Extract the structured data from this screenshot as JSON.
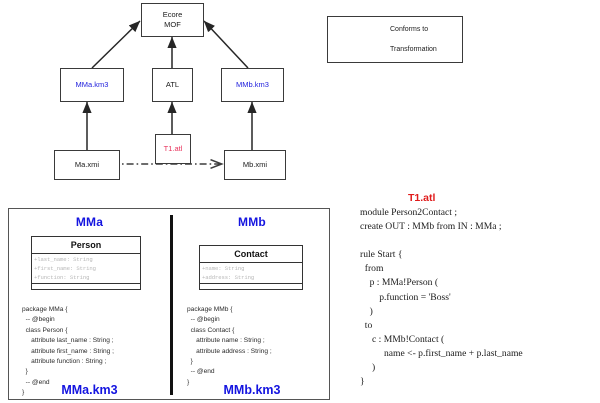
{
  "diagram": {
    "nodes": [
      {
        "id": "ecore-mof",
        "lines": [
          "Ecore",
          "MOF"
        ],
        "color": "black"
      },
      {
        "id": "mma-km3",
        "lines": [
          "MMa.km3"
        ],
        "color": "blue"
      },
      {
        "id": "atl",
        "lines": [
          "ATL"
        ],
        "color": "black"
      },
      {
        "id": "mmb-km3",
        "lines": [
          "MMb.km3"
        ],
        "color": "blue"
      },
      {
        "id": "t1-atl",
        "lines": [
          "T1.atl"
        ],
        "color": "red"
      },
      {
        "id": "ma-xmi",
        "lines": [
          "Ma.xmi"
        ],
        "color": "black"
      },
      {
        "id": "mb-xmi",
        "lines": [
          "Mb.xmi"
        ],
        "color": "black"
      }
    ]
  },
  "legend": {
    "conforms_to": "Conforms to",
    "transformation": "Transformation"
  },
  "metamodels": {
    "left": {
      "title": "MMa",
      "footer": "MMa.km3",
      "uml": {
        "name": "Person",
        "attributes": [
          "+last_name: String",
          "+first_name: String",
          "+function: String"
        ]
      },
      "code": "package MMa {\n  -- @begin\n  class Person {\n     attribute last_name : String ;\n     attribute first_name : String ;\n     attribute function : String ;\n  }\n  -- @end\n}"
    },
    "right": {
      "title": "MMb",
      "footer": "MMb.km3",
      "uml": {
        "name": "Contact",
        "attributes": [
          "+name: String",
          "+address: String"
        ]
      },
      "code": "package MMb {\n  -- @begin\n  class Contact {\n     attribute name : String ;\n     attribute address : String ;\n  }\n  -- @end\n}"
    }
  },
  "atl": {
    "title": "T1.atl",
    "code": "module Person2Contact ;\ncreate OUT : MMb from IN : MMa ;\n\nrule Start {\n  from\n    p : MMa!Person (\n        p.function = 'Boss'\n    )\n  to\n     c : MMb!Contact (\n          name <- p.first_name + p.last_name\n     )\n}"
  },
  "colors": {
    "blue": "#1414e0",
    "red": "#e01b1b",
    "stroke": "#3a3a3a"
  }
}
